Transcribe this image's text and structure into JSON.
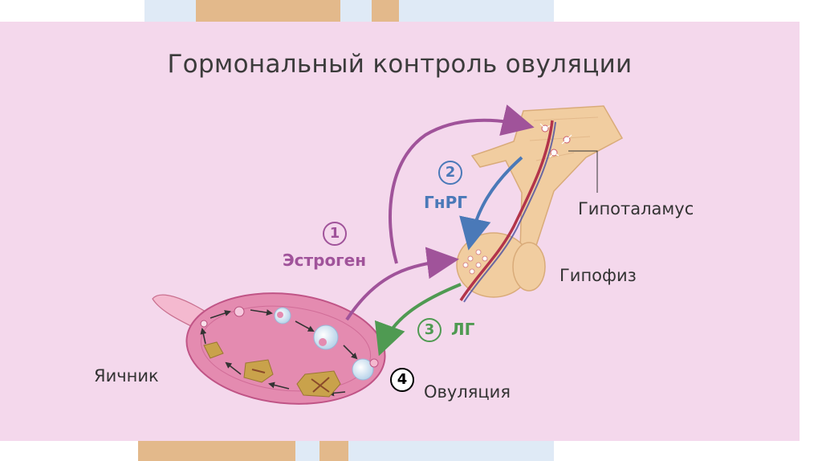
{
  "title": "Гормональный контроль овуляции",
  "labels": {
    "hypothalamus": "Гипоталамус",
    "pituitary": "Гипофиз",
    "ovary": "Яичник",
    "ovulation": "Овуляция"
  },
  "steps": [
    {
      "number": "1",
      "label": "Эстроген",
      "color": "#a0539a"
    },
    {
      "number": "2",
      "label": "ГнРГ",
      "color": "#4a79b8"
    },
    {
      "number": "3",
      "label": "ЛГ",
      "color": "#4f9a52"
    },
    {
      "number": "4",
      "label": "",
      "color": "#000000"
    }
  ],
  "colors": {
    "panel": "#f4d8ec",
    "stripe_tan": "#e3b98b",
    "stripe_blue": "#dfeaf6",
    "gland": "#f1cda0",
    "ovary": "#e48bb0"
  }
}
